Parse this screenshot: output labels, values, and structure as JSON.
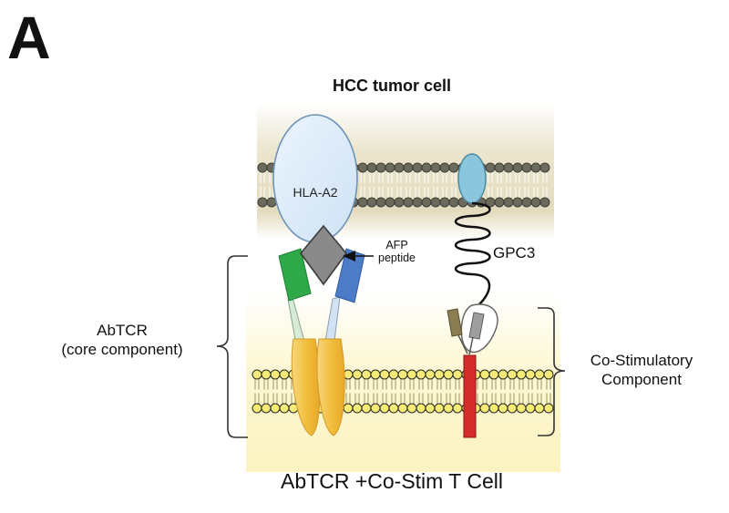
{
  "labels": {
    "panel": "A",
    "tumor_cell": "HCC tumor cell",
    "hla": "HLA-A2",
    "afp_line1": "AFP",
    "afp_line2": "peptide",
    "gpc3": "GPC3",
    "abtcr_line1": "AbTCR",
    "abtcr_line2": "(core component)",
    "costim_line1": "Co-Stimulatory",
    "costim_line2": "Component",
    "tcell": "AbTCR +Co-Stim T Cell"
  },
  "colors": {
    "tumor_band": "#e8e0c4",
    "lipid_head_tumor": "#6b6a5c",
    "tcell_band": "#fbf5cc",
    "lipid_head_tcell": "#f4ea78",
    "hla": "#dcecfa",
    "afp_peptide": "#8a8a8a",
    "green_domain": "#2fa84a",
    "blue_domain": "#4c7bc8",
    "gpc3": "#8cc6dc",
    "costim_transmembrane": "#d42b2b",
    "costim_domain_olive": "#8b7d52",
    "costim_domain_grey": "#9e9e9e",
    "tm_domain_orange": "#f1bf3e"
  }
}
